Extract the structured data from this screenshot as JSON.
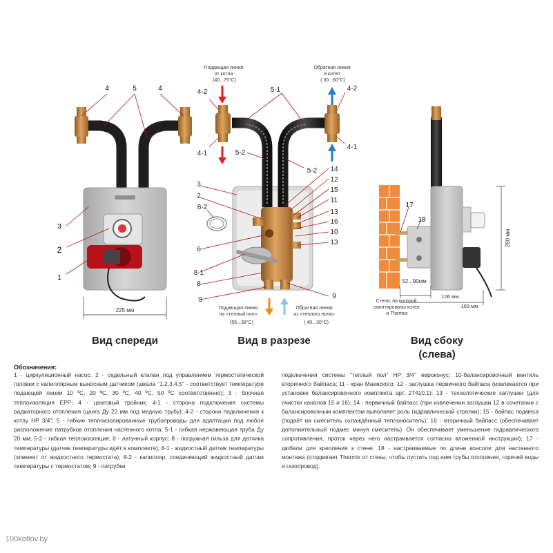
{
  "views": {
    "front": "Вид спереди",
    "section": "Вид в разрезе",
    "side_line1": "Вид сбоку",
    "side_line2": "(слева)"
  },
  "front_callouts": {
    "n4_left": "4",
    "n5": "5",
    "n4_right": "4",
    "n3": "3",
    "n2": "2",
    "n1": "1"
  },
  "section_callouts": {
    "n4_2_left": "4-2",
    "n4_1_left": "4-1",
    "n5_1": "5-1",
    "n5_2_a": "5-2",
    "n5_2_b": "5-2",
    "n4_2_right": "4-2",
    "n4_1_right": "4-1",
    "n3": "3",
    "n2": "2",
    "n8_2": "8-2",
    "n6": "6",
    "n8_1": "8-1",
    "n8": "8",
    "n9_left": "9",
    "n14": "14",
    "n12": "12",
    "n15": "15",
    "n11": "11",
    "n13_a": "13",
    "n16": "16",
    "n10": "10",
    "n13_b": "13",
    "n9_right": "9"
  },
  "side_callouts": {
    "n17": "17",
    "n18": "18"
  },
  "flow_labels": {
    "supply_from_boiler": [
      "Подающая линия",
      "от котла",
      "(40...75°C)"
    ],
    "return_to_boiler": [
      "Обратная линия",
      "в котел",
      "( 30...60°C)"
    ],
    "supply_floor": [
      "Подающая линия",
      "на «теплый пол»",
      "(55...38°C)"
    ],
    "return_floor": [
      "Обратная линия",
      "из «теплого пола»",
      "( 40...30°C)"
    ]
  },
  "dimensions": {
    "front_width": "225 мм",
    "side_height": "280 мм",
    "side_gap": "52...90мм",
    "side_depth_1": "106 мм",
    "side_depth_2": "165 мм"
  },
  "wall_note": [
    "Стена, на которой",
    "смонтированы котел",
    "и Thermix"
  ],
  "legend": {
    "title": "Обозначения:",
    "left": "1 - циркуляционный насос; 2 - седельный клапан под управлением термостатической головки с капиллярным выносным датчиком (шкала \"1,2,3,4,5\" - соответствует температуре подающей линии 10 ºС, 20 ºС, 30 ºС, 40 ºС, 50 ºС соответственно); 3 - блочная теплоизоляция EPP; 4 - цанговый тройник; 4-1 - сторона подключения системы радиаторного отопления (цанга Ду 22 мм под медную трубу); 4-2 - сторона подключения к котлу HP 3/4\"; 5 - гибкие теплоизолированные трубопроводы для адаптации под любое расположение патрубков отопления настенного котла; 5-1 - гибкая нержавеющая труба Ду 20 мм; 5-2 - гибкая теплоизоляция; 6 - латунный корпус; 8 - погружная гильза для датчика температуры (датчик температуры идёт в комплекте); 8-1 - жидкостный датчик температуры (элемент от жидкостного термостата); 8-2 - капилляр, соединяющий жидкостный датчик температуры с термостатом; 9 - патрубки",
    "right": "подключения системы \"теплый пол\" НР 3/4\" евроконус; 10-балансировочный вентиль вторичного байпаса; 11 - кран Маевского; 12 - заглушка первичного байпаса (извлекается при установке балансировочного комплекта арт. 27410.1); 13 - технологические заглушки (для очистки каналов 15 и 16); 14 - первичный байпасс (при извлечении заглушки 12 в сочетании с балансировочным комплектом выполняет роль гидравлической стрелки); 15 - байпас подмеса (подаёт на смеситель охлаждённый теплоноситель); 16 - вторичный байпасс (обеспечивает дополнительный подмес минуя смеситель). Он обеспечивает уменьшение гидравлического сопротивления, проток через него настраивается согласно вложенной инструкции); 17 - дюбели для крепления к стене; 18 - настраиваемые по длине консоли для настенного монтажа (отодвигает Thermix от стены, чтобы пустить под ним трубы отопления, горячей воды и газопровод)."
  },
  "watermark": "100kotlov.by",
  "colors": {
    "callout_line": "#b01010",
    "hot_arrow": "#e0202a",
    "cold_arrow": "#2a7fc0",
    "floor_supply_arrow": "#f08a1c",
    "floor_return_arrow": "#8ec3e8",
    "brass": "#c9843a",
    "insulation": "#2a2a2a",
    "pump_red": "#c4161c",
    "housing_grey": "#c9c9c9",
    "brick": "#f08a3c"
  }
}
